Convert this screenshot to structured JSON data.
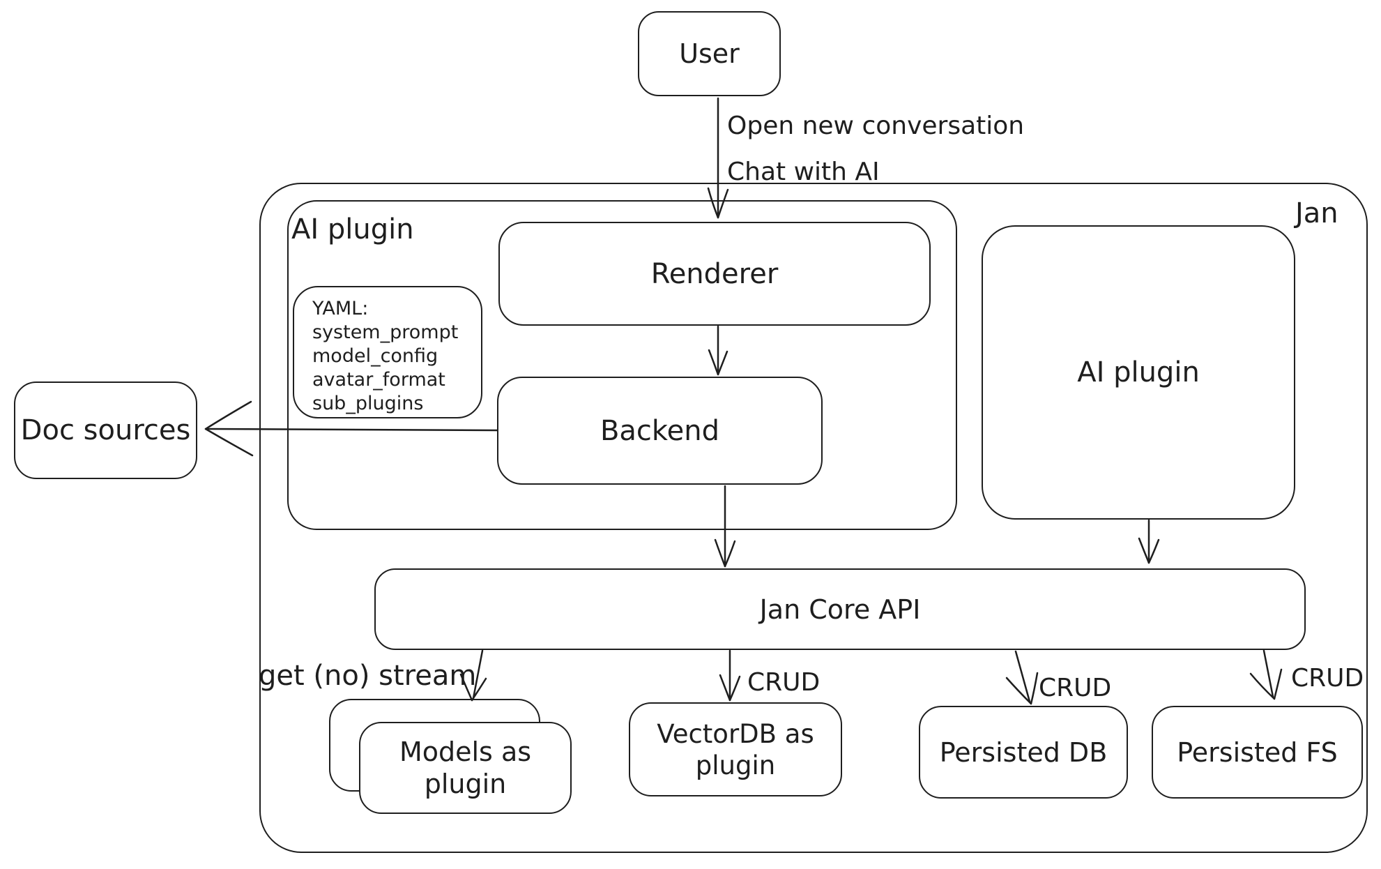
{
  "diagram": {
    "colors": {
      "stroke": "#1e1e1e",
      "background": "#ffffff"
    },
    "nodes": {
      "user": {
        "label": "User"
      },
      "jan_container": {
        "label": "Jan"
      },
      "ai_plugin_left": {
        "label": "AI plugin"
      },
      "renderer": {
        "label": "Renderer"
      },
      "yaml_note": {
        "lines": [
          "YAML:",
          "system_prompt",
          "model_config",
          "avatar_format",
          "sub_plugins"
        ]
      },
      "backend": {
        "label": "Backend"
      },
      "doc_sources": {
        "label": "Doc sources"
      },
      "ai_plugin_right": {
        "label": "AI plugin"
      },
      "jan_core_api": {
        "label": "Jan Core API"
      },
      "models_as_plugin": {
        "label": "Models as plugin"
      },
      "vectordb_as_plugin": {
        "label": "VectorDB as plugin"
      },
      "persisted_db": {
        "label": "Persisted DB"
      },
      "persisted_fs": {
        "label": "Persisted FS"
      }
    },
    "edges": {
      "user_to_renderer": {
        "label_line1": "Open new conversation",
        "label_line2": "Chat with AI"
      },
      "core_to_models": {
        "label": "get (no) stream"
      },
      "core_to_vectordb": {
        "label": "CRUD"
      },
      "core_to_persisted_db": {
        "label": "CRUD"
      },
      "core_to_persisted_fs": {
        "label": "CRUD"
      }
    }
  }
}
